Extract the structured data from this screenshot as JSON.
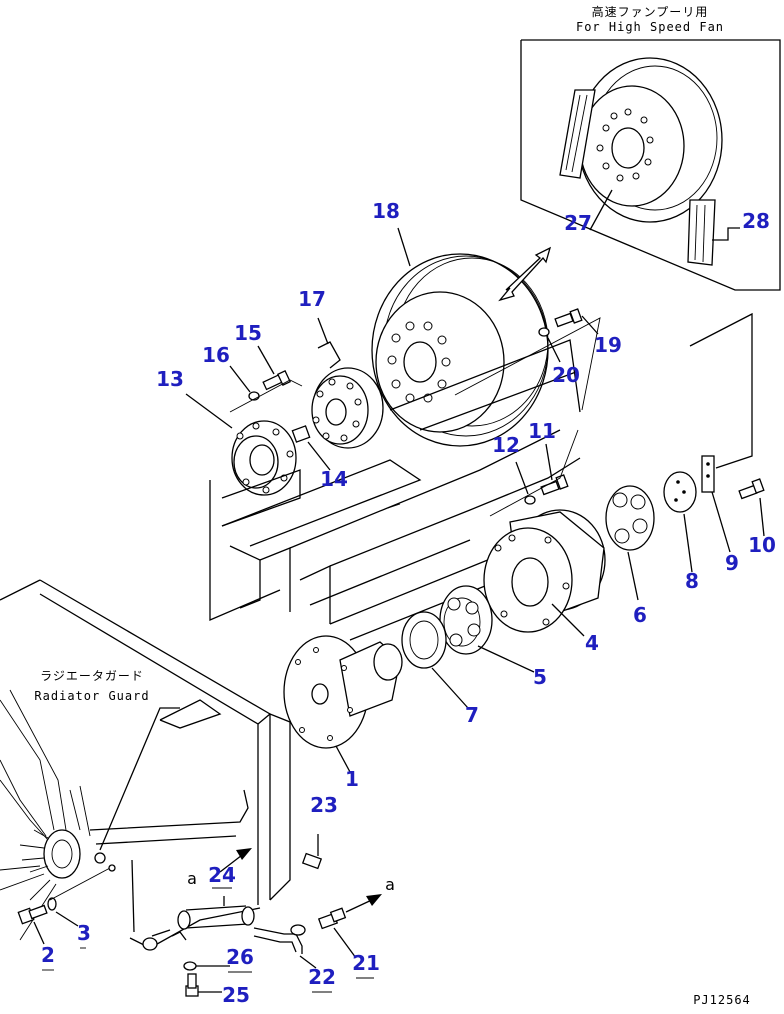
{
  "inset": {
    "title_jp": "高速ファンプーリ用",
    "title_en": "For High Speed Fan"
  },
  "guard": {
    "label_jp": "ラジエータガード",
    "label_en": "Radiator Guard"
  },
  "reference_marks": {
    "a_upper": "a",
    "a_right": "a"
  },
  "drawing_number": "PJ12564",
  "callouts": [
    "1",
    "2",
    "3",
    "4",
    "5",
    "6",
    "7",
    "8",
    "9",
    "10",
    "11",
    "12",
    "13",
    "14",
    "15",
    "16",
    "17",
    "18",
    "19",
    "20",
    "21",
    "22",
    "23",
    "24",
    "25",
    "26",
    "27",
    "28"
  ],
  "colors": {
    "callout": "#1f1fbf",
    "line": "#000000",
    "background": "#ffffff"
  }
}
